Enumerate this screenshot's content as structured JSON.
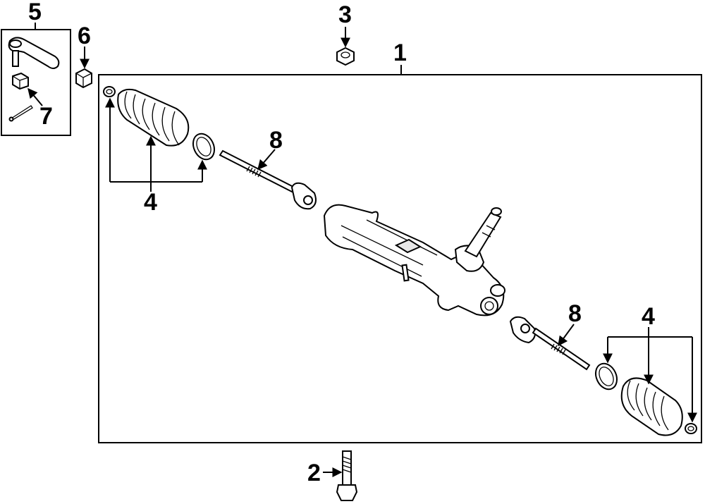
{
  "callouts": {
    "c1": "1",
    "c2": "2",
    "c3": "3",
    "c4_left": "4",
    "c4_right": "4",
    "c5": "5",
    "c6": "6",
    "c7": "7",
    "c8_left": "8",
    "c8_right": "8"
  },
  "colors": {
    "line": "#000000",
    "background": "#ffffff",
    "shade": "#e6e6e6"
  }
}
